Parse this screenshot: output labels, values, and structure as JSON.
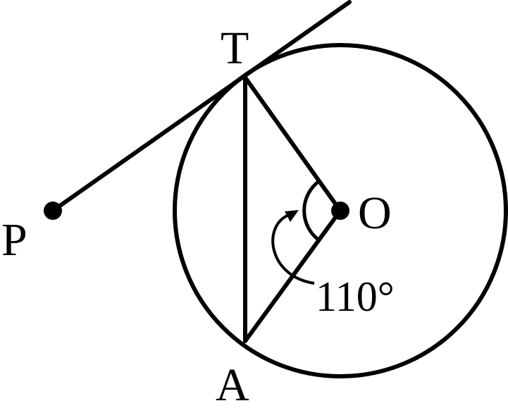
{
  "diagram": {
    "labels": {
      "T": "T",
      "P": "P",
      "O": "O",
      "A": "A"
    },
    "angle_label": "110°",
    "colors": {
      "stroke": "#000000",
      "background": "#ffffff"
    }
  }
}
